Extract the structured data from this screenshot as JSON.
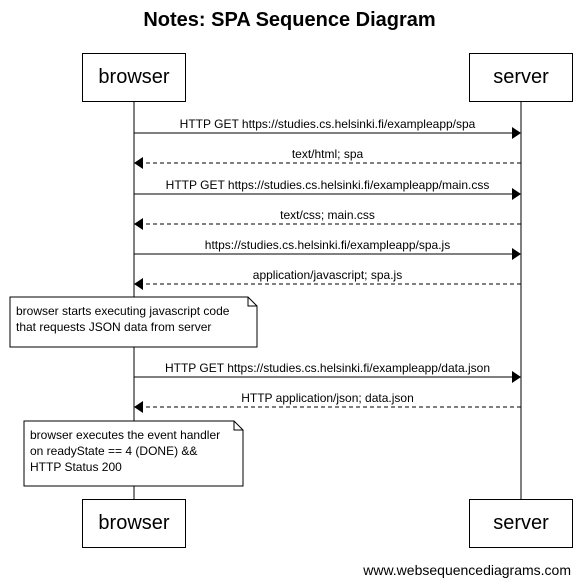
{
  "title": "Notes: SPA Sequence Diagram",
  "participants": {
    "browser": "browser",
    "server": "server"
  },
  "messages": [
    {
      "label": "HTTP GET https://studies.cs.helsinki.fi/exampleapp/spa",
      "from": "browser",
      "to": "server",
      "style": "solid"
    },
    {
      "label": "text/html; spa",
      "from": "server",
      "to": "browser",
      "style": "dashed"
    },
    {
      "label": "HTTP GET https://studies.cs.helsinki.fi/exampleapp/main.css",
      "from": "browser",
      "to": "server",
      "style": "solid"
    },
    {
      "label": "text/css; main.css",
      "from": "server",
      "to": "browser",
      "style": "dashed"
    },
    {
      "label": "https://studies.cs.helsinki.fi/exampleapp/spa.js",
      "from": "browser",
      "to": "server",
      "style": "solid"
    },
    {
      "label": "application/javascript; spa.js",
      "from": "server",
      "to": "browser",
      "style": "dashed"
    },
    {
      "label": "HTTP GET https://studies.cs.helsinki.fi/exampleapp/data.json",
      "from": "browser",
      "to": "server",
      "style": "solid"
    },
    {
      "label": "HTTP application/json; data.json",
      "from": "server",
      "to": "browser",
      "style": "dashed"
    }
  ],
  "notes": [
    {
      "lines": [
        "browser starts executing javascript code",
        "that requests JSON data from server"
      ]
    },
    {
      "lines": [
        "browser executes the event handler",
        "on readyState == 4 (DONE) &&",
        "HTTP Status 200"
      ]
    }
  ],
  "watermark": "www.websequencediagrams.com"
}
